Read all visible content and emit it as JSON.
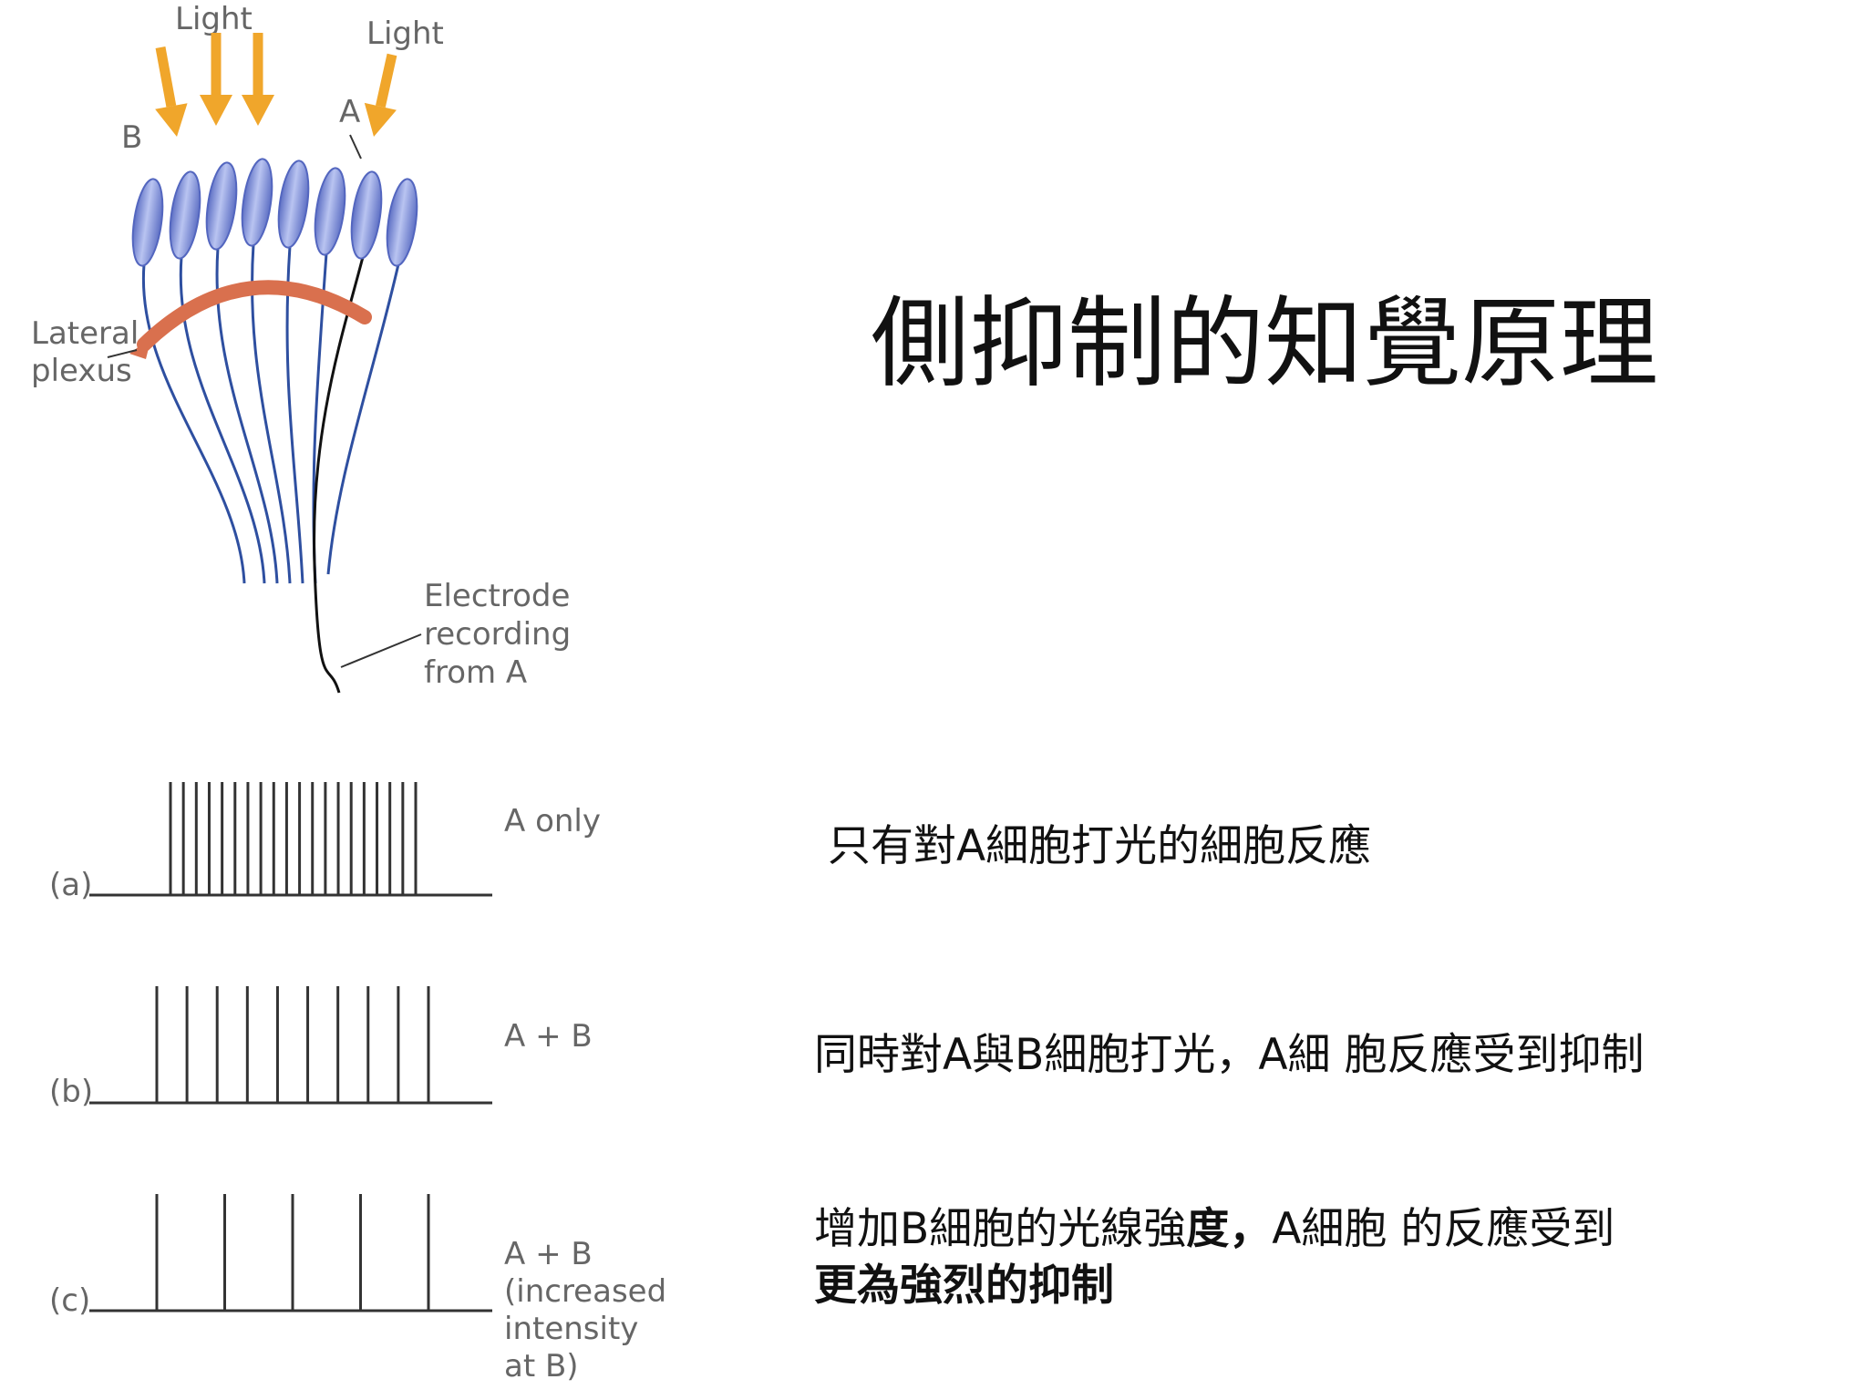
{
  "diagram": {
    "light_left": "Light",
    "light_right": "Light",
    "label_b": "B",
    "label_a": "A",
    "lateral_plexus": [
      "Lateral",
      "plexus"
    ],
    "electrode": [
      "Electrode",
      "recording",
      "from A"
    ]
  },
  "traces": [
    {
      "id": "(a)",
      "label": [
        "A only"
      ],
      "spike_count": 20
    },
    {
      "id": "(b)",
      "label": [
        "A + B"
      ],
      "spike_count": 10
    },
    {
      "id": "(c)",
      "label": [
        "A + B",
        "(increased",
        "intensity",
        "at B)"
      ],
      "spike_count": 5
    }
  ],
  "slide": {
    "title": "側抑制的知覺原理",
    "desc_a": "只有對A細胞打光的細胞反應",
    "desc_b": "同時對A與B細胞打光，A細 胞反應受到抑制",
    "desc_c_line1": "增加B細胞的光線強",
    "desc_c_bold1": "度，",
    "desc_c_rest1": "A細胞 的反應受到",
    "desc_c_line2": "更為強烈的抑制"
  },
  "colors": {
    "arrow": "#f0a62b",
    "cell": "#8e9de0",
    "plexus": "#d9704e",
    "axon": "#2e4fa0",
    "trace": "#333333"
  }
}
